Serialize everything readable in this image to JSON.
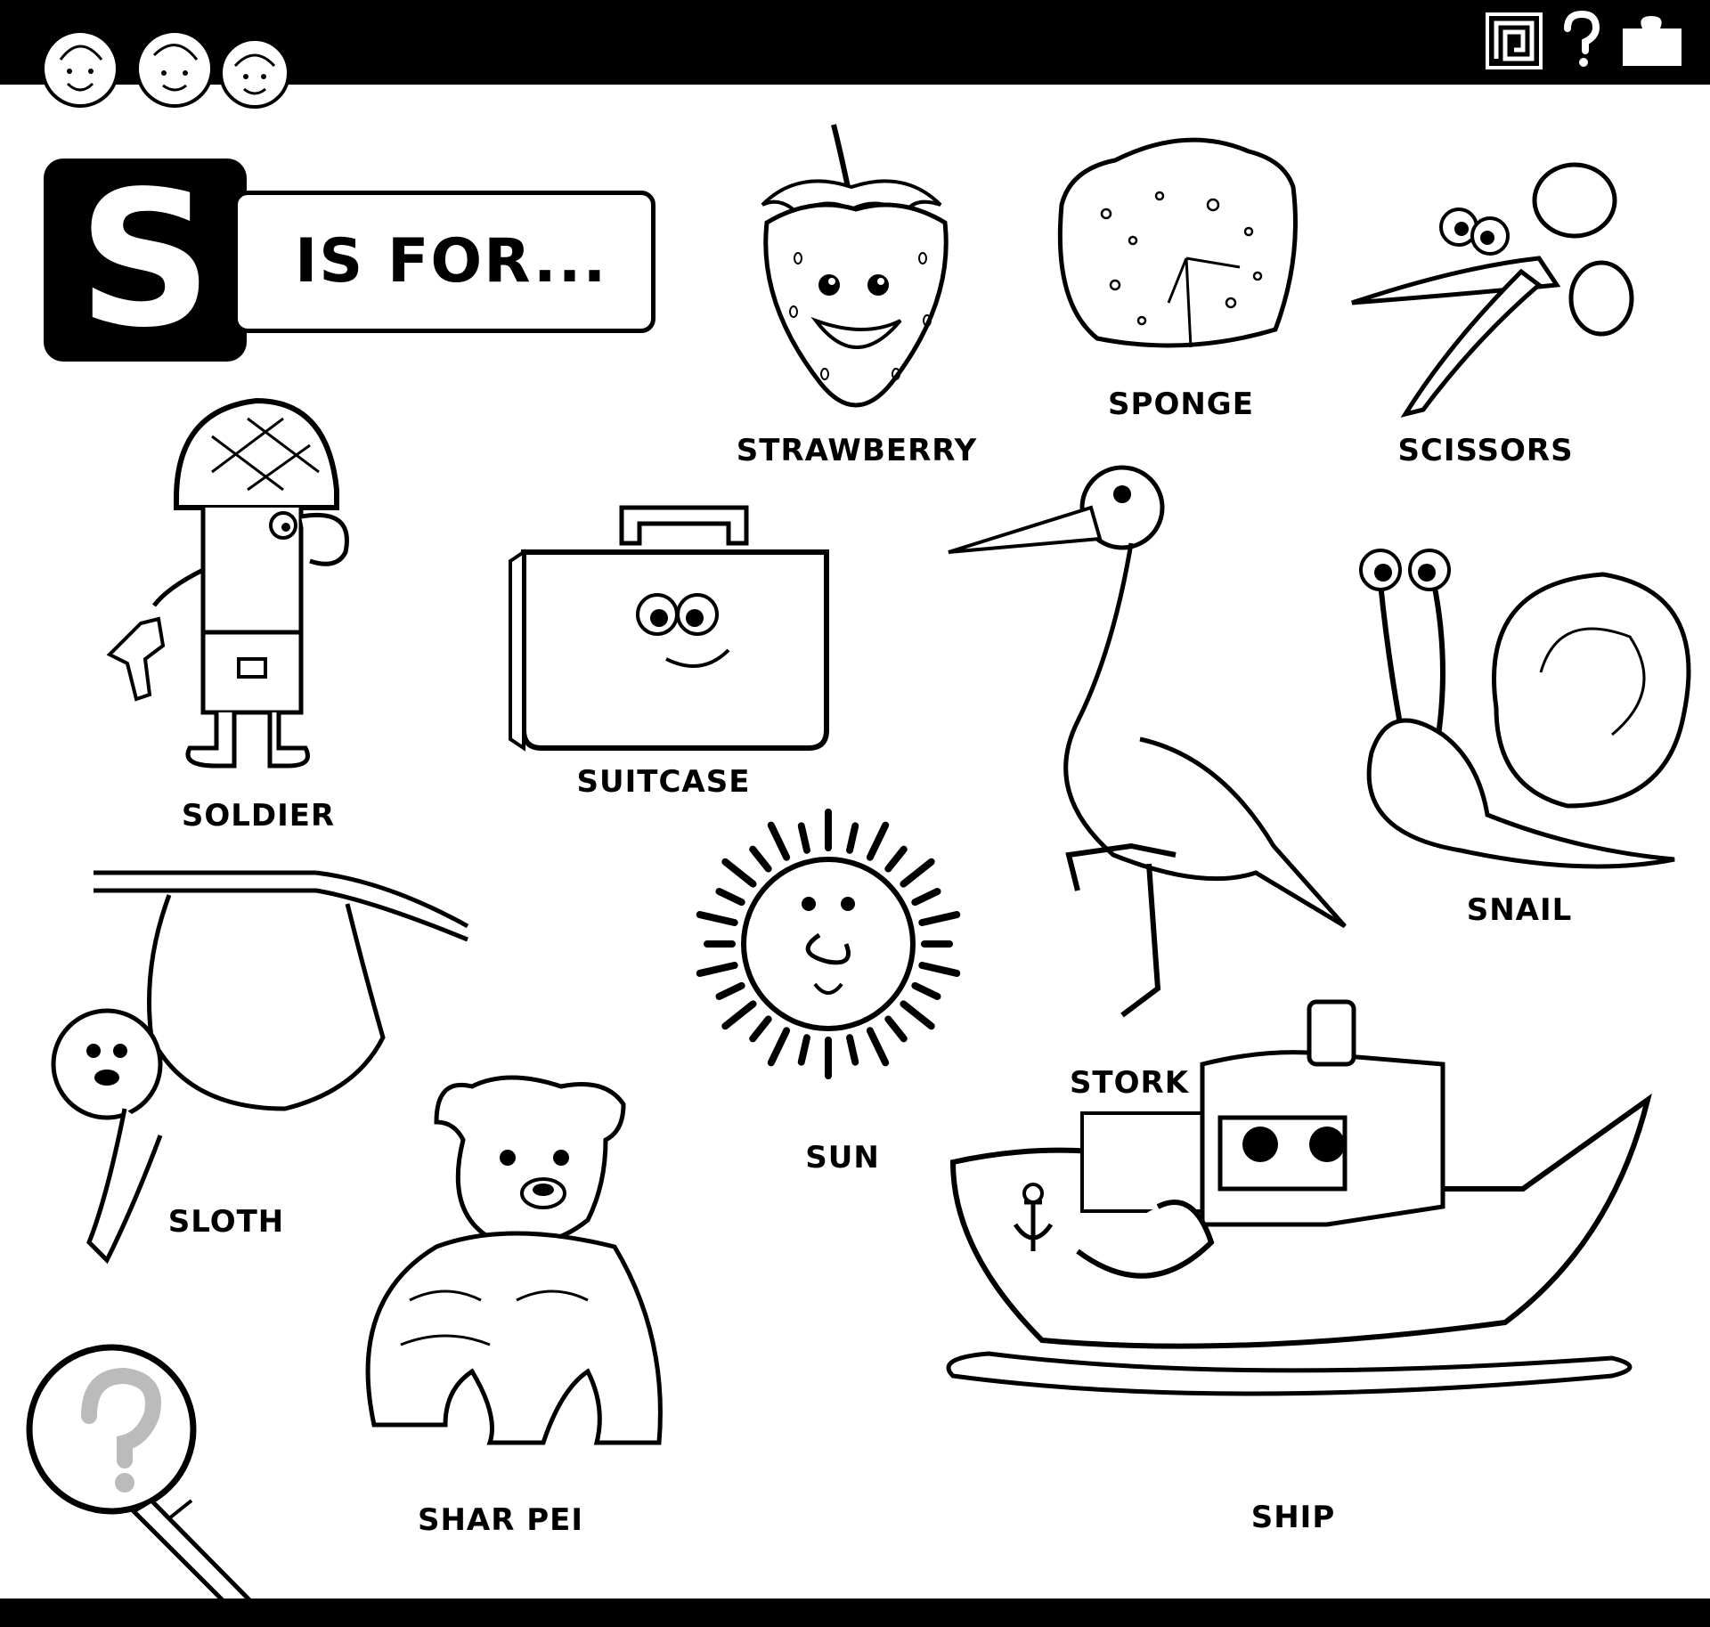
{
  "header": {
    "letter": "S",
    "title": "IS FOR...",
    "corner_icons": [
      "maze-icon",
      "question-mark-icon",
      "puzzle-piece-icon"
    ]
  },
  "items": [
    {
      "label": "STRAWBERRY",
      "icon": "strawberry-icon"
    },
    {
      "label": "SPONGE",
      "icon": "sponge-icon"
    },
    {
      "label": "SCISSORS",
      "icon": "scissors-icon"
    },
    {
      "label": "SOLDIER",
      "icon": "soldier-icon"
    },
    {
      "label": "SUITCASE",
      "icon": "suitcase-icon"
    },
    {
      "label": "STORK",
      "icon": "stork-icon"
    },
    {
      "label": "SNAIL",
      "icon": "snail-icon"
    },
    {
      "label": "SUN",
      "icon": "sun-icon"
    },
    {
      "label": "SLOTH",
      "icon": "sloth-icon"
    },
    {
      "label": "SHAR PEI",
      "icon": "shar-pei-icon"
    },
    {
      "label": "SHIP",
      "icon": "ship-icon"
    }
  ],
  "colors": {
    "ink": "#000000",
    "paper": "#ffffff"
  }
}
